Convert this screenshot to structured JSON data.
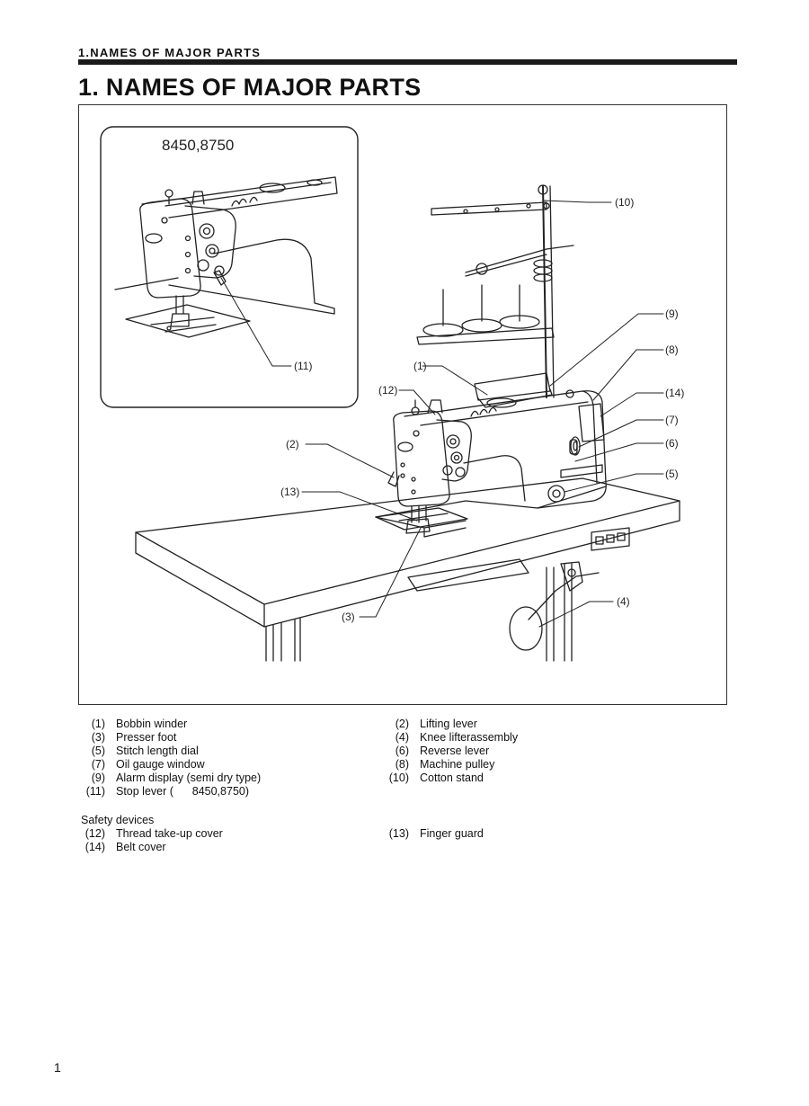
{
  "header": {
    "running_head": "1.NAMES OF MAJOR PARTS",
    "title": "1. NAMES OF MAJOR PARTS"
  },
  "figure": {
    "inset_model": "8450,8750",
    "callouts": {
      "c1": "(1)",
      "c2": "(2)",
      "c3": "(3)",
      "c4": "(4)",
      "c5": "(5)",
      "c6": "(6)",
      "c7": "(7)",
      "c8": "(8)",
      "c9": "(9)",
      "c10": "(10)",
      "c11": "(11)",
      "c12": "(12)",
      "c13": "(13)",
      "c14": "(14)"
    }
  },
  "parts": [
    {
      "num": "(1)",
      "name": "Bobbin winder"
    },
    {
      "num": "(2)",
      "name": "Lifting lever"
    },
    {
      "num": "(3)",
      "name": "Presser foot"
    },
    {
      "num": "(4)",
      "name": "Knee lifterassembly"
    },
    {
      "num": "(5)",
      "name": "Stitch length dial"
    },
    {
      "num": "(6)",
      "name": "Reverse lever"
    },
    {
      "num": "(7)",
      "name": "Oil gauge window"
    },
    {
      "num": "(8)",
      "name": "Machine pulley"
    },
    {
      "num": "(9)",
      "name": "Alarm display (semi dry type)"
    },
    {
      "num": "(10)",
      "name": "Cotton stand"
    },
    {
      "num": "(11)",
      "name": "Stop lever (      8450,8750)"
    }
  ],
  "safety": {
    "heading": "Safety devices",
    "items": [
      {
        "num": "(12)",
        "name": "Thread take-up cover"
      },
      {
        "num": "(13)",
        "name": "Finger guard"
      },
      {
        "num": "(14)",
        "name": "Belt cover"
      }
    ]
  },
  "footer": {
    "page_number": "1"
  }
}
